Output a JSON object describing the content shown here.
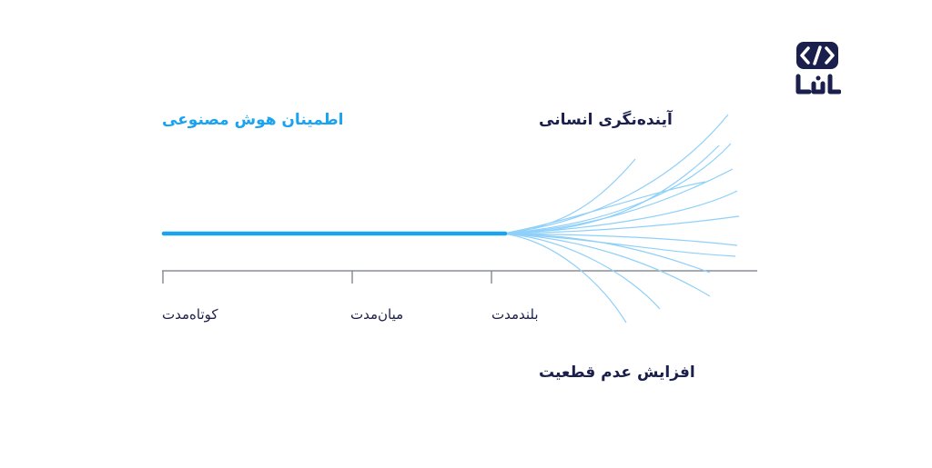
{
  "labels": {
    "ai_confidence": "اطمینان هوش مصنوعی",
    "human_foresight": "آینده‌نگری انسانی",
    "increasing_uncertainty": "افزایش عدم قطعیت"
  },
  "timeline": {
    "short_term": "کوتاه‌مدت",
    "mid_term": "میان‌مدت",
    "long_term": "بلندمدت"
  },
  "logo": {
    "text": "داتا",
    "icon": "brackets-slash-icon",
    "color": "#1b1f4b"
  },
  "colors": {
    "ai_line": "#1aa3f0",
    "branches": "#8fd0fa",
    "axis": "#8a8d9a",
    "dark_text": "#1b1f4b"
  }
}
